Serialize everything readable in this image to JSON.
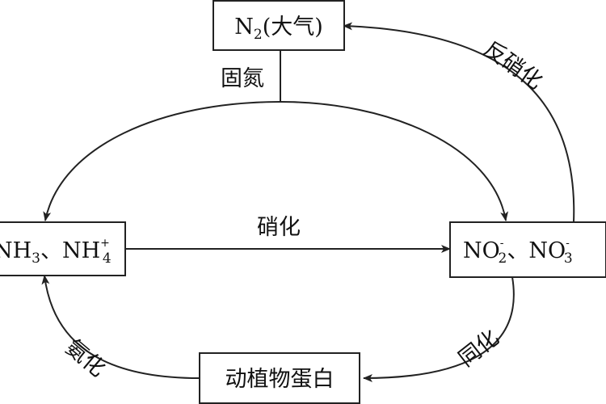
{
  "nodes": {
    "n2": {
      "formula": "N",
      "sub": "2",
      "suffix": "(大气)"
    },
    "ammonia": {
      "part1": "NH",
      "sub1": "3",
      "sep": "、NH",
      "sub2": "4",
      "sup2": "+"
    },
    "nitrate": {
      "part1": "NO",
      "sub1": "2",
      "sup1": "-",
      "sep": "、NO",
      "sub2": "3",
      "sup2": "-"
    },
    "protein": {
      "label": "动植物蛋白"
    }
  },
  "processes": {
    "fixation": "固氮",
    "nitrification": "硝化",
    "denitrification": "反硝化",
    "assimilation": "同化",
    "ammonification": "氨化"
  },
  "colors": {
    "stroke": "#222222",
    "text": "#111111",
    "background": "#ffffff"
  }
}
